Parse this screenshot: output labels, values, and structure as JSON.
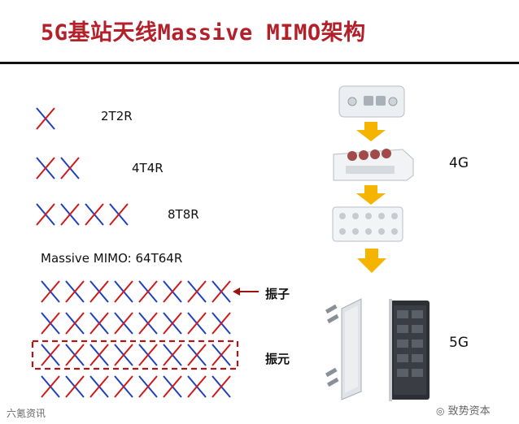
{
  "title": "5G基站天线Massive MIMO架构",
  "configs": [
    {
      "label": "2T2R",
      "count": 1
    },
    {
      "label": "4T4R",
      "count": 2
    },
    {
      "label": "8T8R",
      "count": 4
    }
  ],
  "massive_label": "Massive MIMO: 64T64R",
  "massive_grid": {
    "rows": 4,
    "cols": 8
  },
  "annotations": {
    "element": "振子",
    "array": "振元"
  },
  "generation_labels": {
    "g4": "4G",
    "g5": "5G"
  },
  "watermarks": {
    "left": "六氪资讯",
    "right": "致势资本"
  },
  "colors": {
    "title": "#b3202a",
    "blue_stroke": "#1f3fbf",
    "red_stroke": "#d01818",
    "arrow": "#f4b400",
    "annotation": "#a01010"
  }
}
